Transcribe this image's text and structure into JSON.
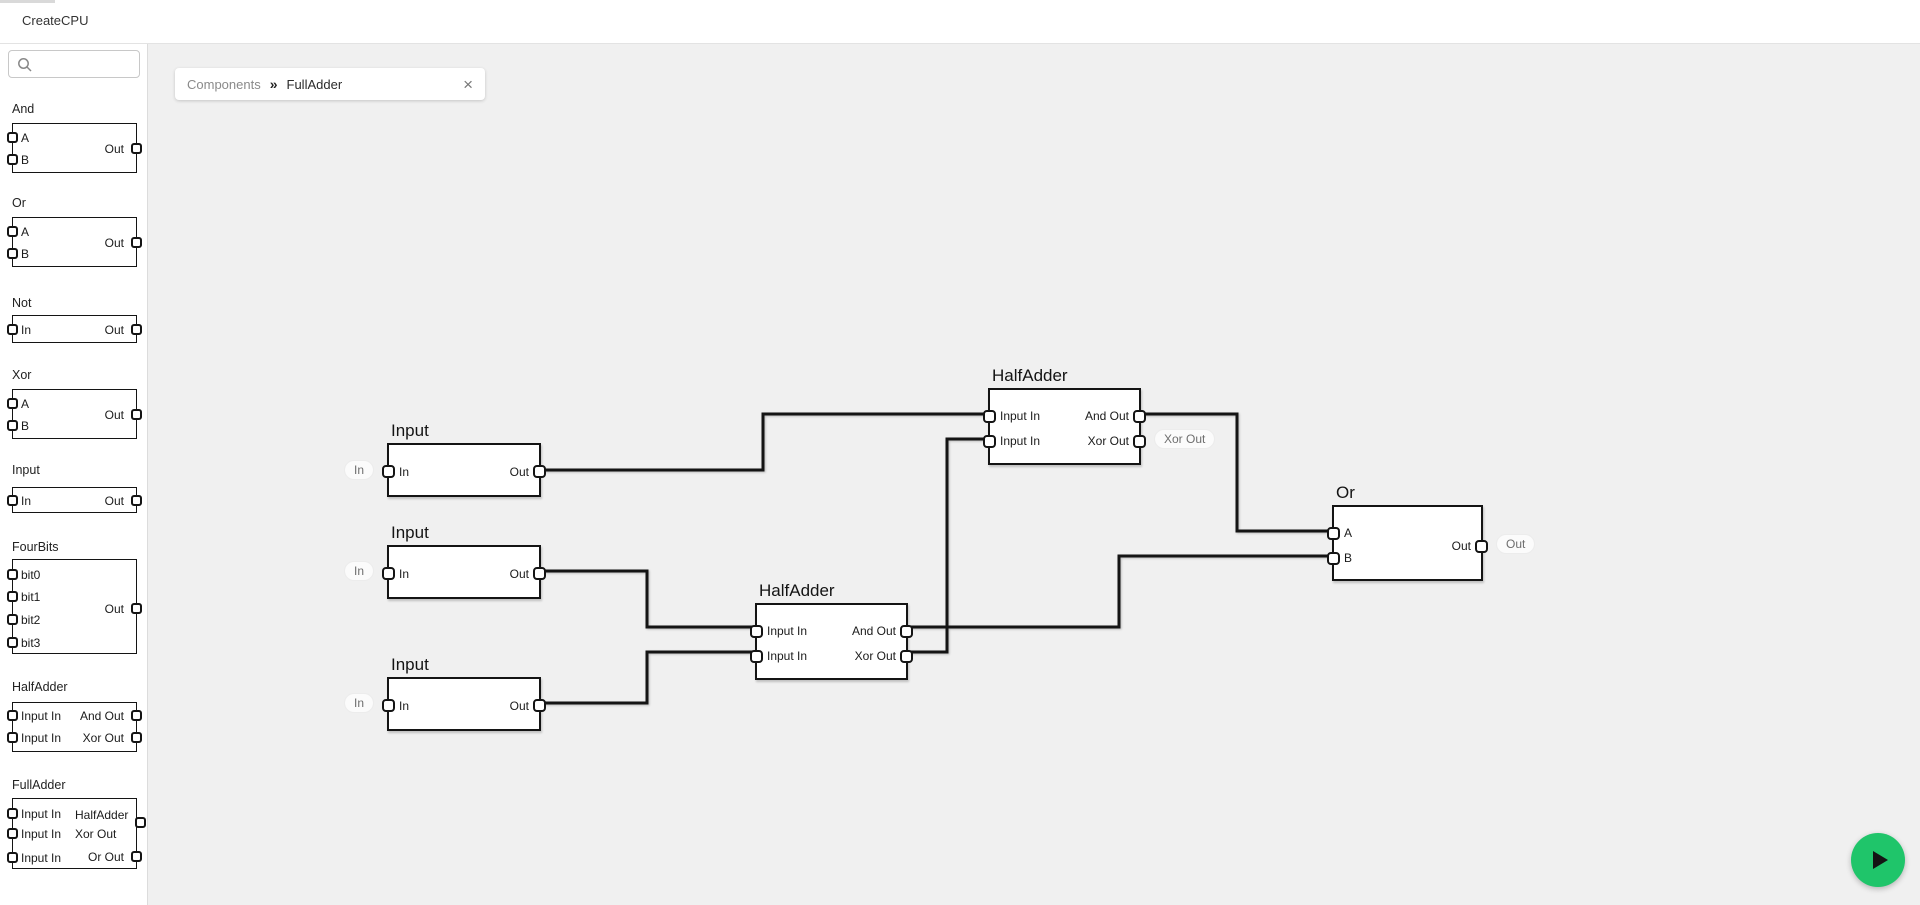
{
  "app": {
    "title": "CreateCPU"
  },
  "tab": {
    "breadcrumb": "Components",
    "separator": "»",
    "title": "FullAdder",
    "close": "×"
  },
  "sidebar": {
    "items": [
      {
        "title": "And",
        "inputs": [
          "A",
          "B"
        ],
        "outputs": [
          "Out"
        ]
      },
      {
        "title": "Or",
        "inputs": [
          "A",
          "B"
        ],
        "outputs": [
          "Out"
        ]
      },
      {
        "title": "Not",
        "inputs": [
          "In"
        ],
        "outputs": [
          "Out"
        ]
      },
      {
        "title": "Xor",
        "inputs": [
          "A",
          "B"
        ],
        "outputs": [
          "Out"
        ]
      },
      {
        "title": "Input",
        "inputs": [
          "In"
        ],
        "outputs": [
          "Out"
        ]
      },
      {
        "title": "FourBits",
        "inputs": [
          "bit0",
          "bit1",
          "bit2",
          "bit3"
        ],
        "outputs": [
          "Out"
        ]
      },
      {
        "title": "HalfAdder",
        "inputs": [
          "Input In",
          "Input In"
        ],
        "outputs": [
          "And Out",
          "Xor Out"
        ]
      },
      {
        "title": "FullAdder",
        "inputs": [
          "Input In",
          "Input In",
          "Input In"
        ],
        "outputs": [
          "HalfAdder Xor Out",
          "Or Out"
        ]
      }
    ]
  },
  "canvas": {
    "blocks": [
      {
        "title": "Input",
        "left_ports": [
          "In"
        ],
        "right_ports": [
          "Out"
        ]
      },
      {
        "title": "Input",
        "left_ports": [
          "In"
        ],
        "right_ports": [
          "Out"
        ]
      },
      {
        "title": "Input",
        "left_ports": [
          "In"
        ],
        "right_ports": [
          "Out"
        ]
      },
      {
        "title": "HalfAdder",
        "left_ports": [
          "Input In",
          "Input In"
        ],
        "right_ports": [
          "And Out",
          "Xor Out"
        ]
      },
      {
        "title": "HalfAdder",
        "left_ports": [
          "Input In",
          "Input In"
        ],
        "right_ports": [
          "And Out",
          "Xor Out"
        ]
      },
      {
        "title": "Or",
        "left_ports": [
          "A",
          "B"
        ],
        "right_ports": [
          "Out"
        ]
      }
    ],
    "pins": [
      {
        "label": "In"
      },
      {
        "label": "In"
      },
      {
        "label": "In"
      },
      {
        "label": "Xor Out"
      },
      {
        "label": "Out"
      }
    ],
    "connections": [
      {
        "from": "Input(1).Out",
        "to": "HalfAdder(top).Input In(1)"
      },
      {
        "from": "Input(2).Out",
        "to": "HalfAdder(bottom).Input In(1)"
      },
      {
        "from": "Input(3).Out",
        "to": "HalfAdder(bottom).Input In(2)"
      },
      {
        "from": "HalfAdder(bottom).Xor Out",
        "to": "HalfAdder(top).Input In(2)"
      },
      {
        "from": "HalfAdder(bottom).And Out",
        "to": "Or.B"
      },
      {
        "from": "HalfAdder(top).And Out",
        "to": "Or.A"
      }
    ]
  },
  "colors": {
    "accent_green": "#1fc56a",
    "canvas_bg": "#f0f0f0",
    "wire": "#141414"
  }
}
